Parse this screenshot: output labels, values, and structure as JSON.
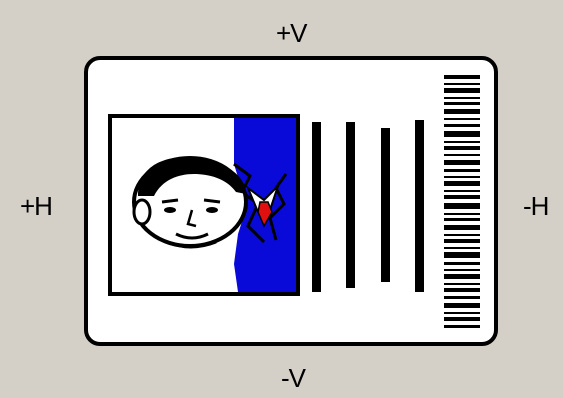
{
  "labels": {
    "top": "+V",
    "bottom": "-V",
    "left": "+H",
    "right": "-H"
  },
  "icons": {
    "photo": "portrait-photo-icon",
    "barcode": "barcode-icon"
  },
  "colors": {
    "background": "#d4d0c8",
    "card": "#ffffff",
    "jacket": "#0a0ad8",
    "tie": "#e01010"
  }
}
